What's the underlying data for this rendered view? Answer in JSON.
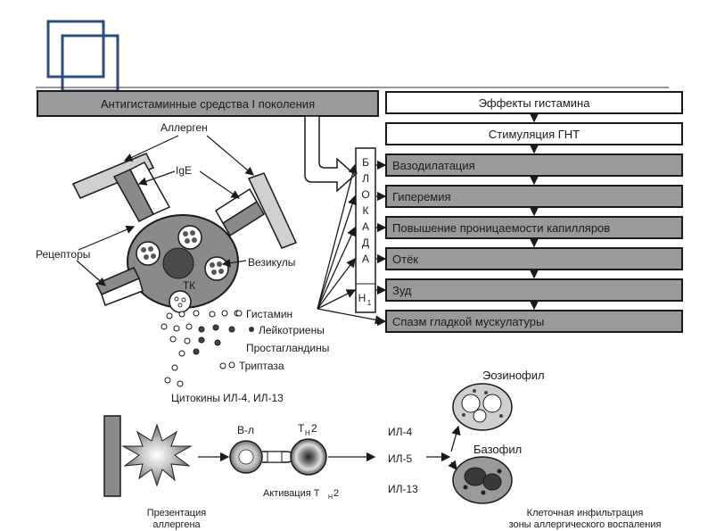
{
  "antihistamine_box": "Антигистаминные средства I поколения",
  "effects": {
    "header": "Эффекты гистамина",
    "stimulation": "Стимуляция ГНТ",
    "items": [
      "Вазодилатация",
      "Гиперемия",
      "Повышение проницаемости капилляров",
      "Отёк",
      "Зуд",
      "Спазм гладкой мускулатуры"
    ]
  },
  "blockade": {
    "letters": [
      "Б",
      "Л",
      "О",
      "К",
      "А",
      "Д",
      "А"
    ],
    "receptor": "H",
    "receptor_sub": "1"
  },
  "mast_cell": {
    "allergen": "Аллерген",
    "ige": "IgE",
    "receptors": "Рецепторы",
    "vesicles": "Везикулы",
    "cell_label": "ТК"
  },
  "mediators": {
    "histamine": "Гистамин",
    "leukotrienes": "Лейкотриены",
    "prostaglandins": "Простагландины",
    "tryptase": "Триптаза",
    "cytokines": "Цитокины ИЛ-4, ИЛ-13"
  },
  "bottom": {
    "presentation_line1": "Презентация",
    "presentation_line2": "аллергена",
    "b_cell": "В-л",
    "th2_main": "T",
    "th2_sub": "H",
    "th2_tail": "2",
    "activation_main": "Активация T",
    "activation_sub": "H",
    "activation_tail": "2",
    "il4": "ИЛ-4",
    "il5": "ИЛ-5",
    "il13": "ИЛ-13",
    "eosinophil": "Эозинофил",
    "basophil": "Базофил",
    "infiltration_line1": "Клеточная инфильтрация",
    "infiltration_line2": "зоны аллергического воспаления"
  },
  "colors": {
    "logo_blue": "#2b4c7e",
    "box_gray": "#9a9a9a",
    "cell_gray": "#8a8a8a",
    "light_gray": "#d0d0d0"
  }
}
